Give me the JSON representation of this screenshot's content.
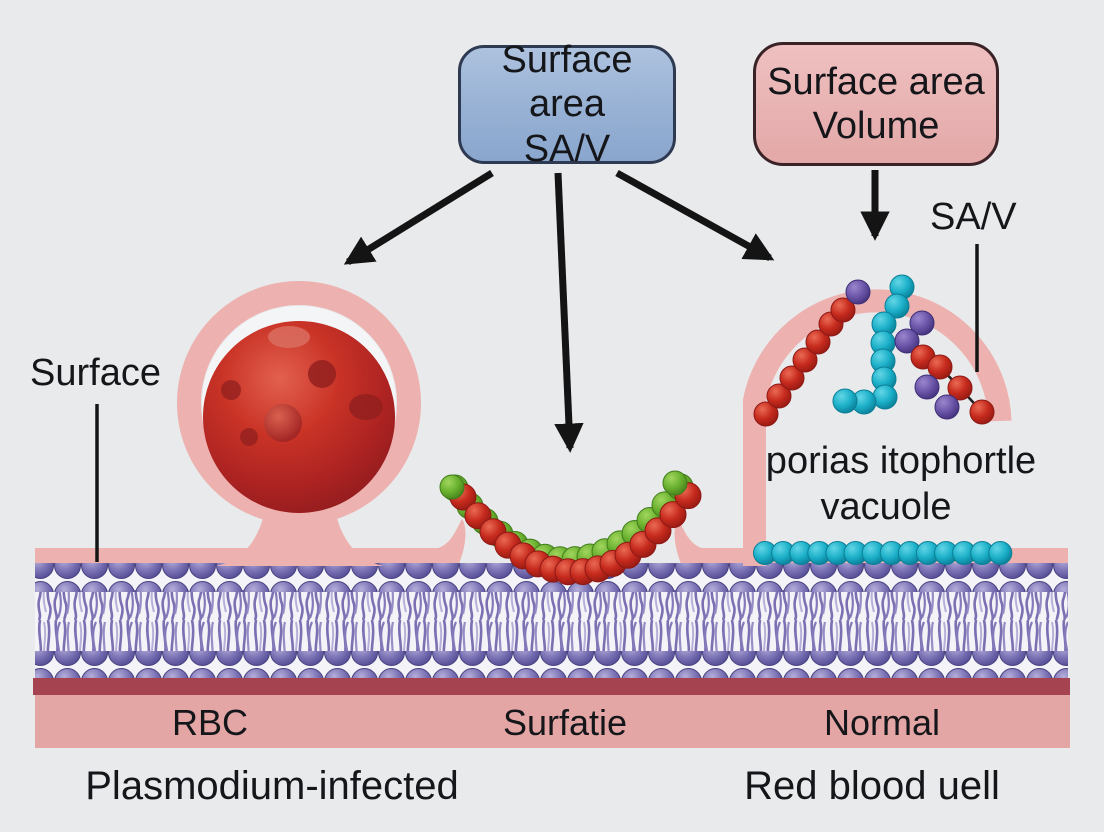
{
  "title_boxes": {
    "sa_box": {
      "line1": "Surface area",
      "line2": "SA/V"
    },
    "volume_box": {
      "line1": "Surface area",
      "line2": "Volume"
    }
  },
  "labels": {
    "sav_pointer": "SA/V",
    "surface_pointer": "Surface",
    "vacuole_line1": "porias itophortle",
    "vacuole_line2": "vacuole",
    "band_left": "RBC",
    "band_middle": "Surfatie",
    "band_right": "Normal",
    "caption_left": "Plasmodium-infected",
    "caption_right": "Red blood uell"
  },
  "palette": {
    "background": "#e9eaec",
    "membrane_pink": "#edb2b0",
    "bottom_band_pink": "#e4a6a5",
    "maroon_bar": "#a54350",
    "sa_box_fill": "#9fb6d8",
    "sa_box_border": "#2e3a52",
    "volume_box_fill": "#ecb9b9",
    "volume_box_border": "#3a2327",
    "lipid_head_purple": "#6b63a8",
    "lipid_tail_purple": "#7c70b3",
    "bead_red": "#c62a1d",
    "bead_green": "#6ab12f",
    "bead_cyan": "#1cb0c9",
    "bead_purple": "#6a55a8",
    "parasite_red": "#b92a26",
    "arrow_black": "#141414"
  }
}
